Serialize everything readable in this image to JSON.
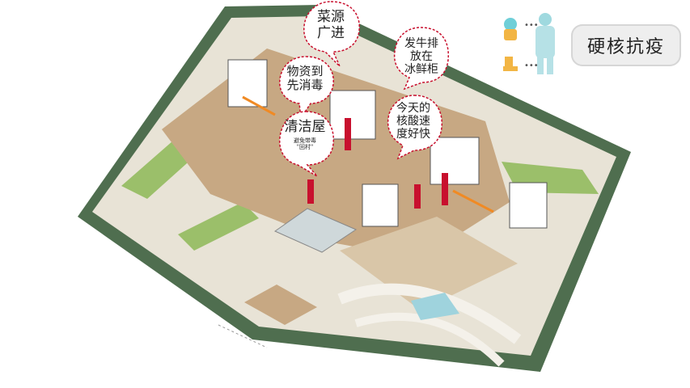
{
  "callouts": {
    "vegetable_entry": "菜源\n广进",
    "bean_sprouts": "发牛排\n放在\n冰鲜柜",
    "disinfect": "物资到\n先消毒",
    "nucleic_test": "今天的\n核酸速\n度好快",
    "clean_house": "清洁屋",
    "clean_house_note": "避免带毒\n\"回村\""
  },
  "title_badge": "硬核抗疫",
  "icons": [
    "medicine-bottle-icon",
    "protective-suit-icon",
    "boots-icon"
  ],
  "colors": {
    "hedge": "#4f6e4f",
    "ground": "#e8e3d6",
    "wood": "#c7a883",
    "accent_red": "#c8102e",
    "accent_orange": "#f08a24",
    "bubble_border": "#c8102e",
    "glass": "#9fd3dd",
    "lawn": "#9bbf6a"
  }
}
